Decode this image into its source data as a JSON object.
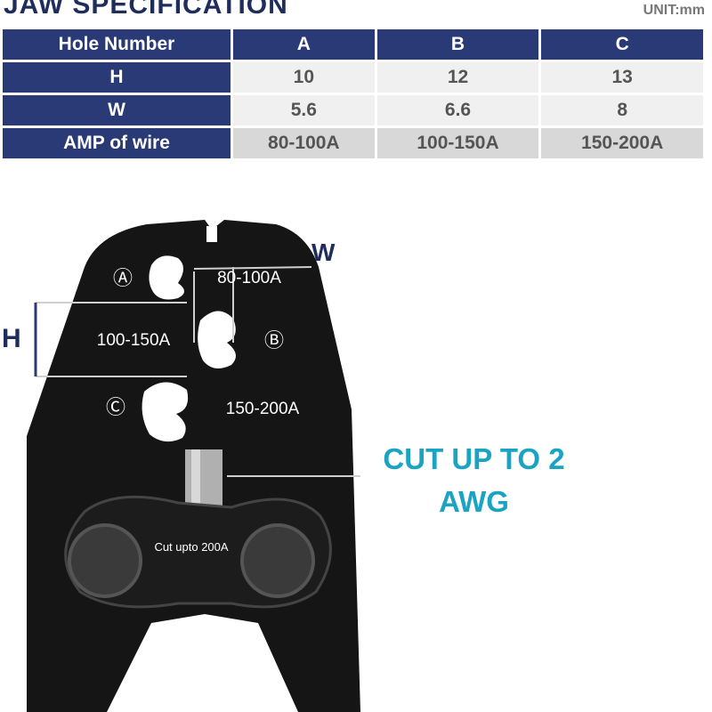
{
  "title": "JAW SPECIFICATION",
  "unit": "UNIT:mm",
  "table": {
    "header": [
      "Hole Number",
      "A",
      "B",
      "C"
    ],
    "rows": [
      {
        "label": "H",
        "values": [
          "10",
          "12",
          "13"
        ]
      },
      {
        "label": "W",
        "values": [
          "5.6",
          "6.6",
          "8"
        ]
      },
      {
        "label": "AMP of wire",
        "values": [
          "80-100A",
          "100-150A",
          "150-200A"
        ]
      }
    ]
  },
  "diagram": {
    "hole_a_mark": "Ⓐ",
    "hole_b_mark": "Ⓑ",
    "hole_c_mark": "Ⓒ",
    "label_a": "80-100A",
    "label_b": "100-150A",
    "label_c": "150-200A",
    "dim_h": "H",
    "dim_w": "W",
    "cut_label": "Cut upto 200A",
    "callout_line1": "CUT UP TO 2",
    "callout_line2": "AWG"
  }
}
